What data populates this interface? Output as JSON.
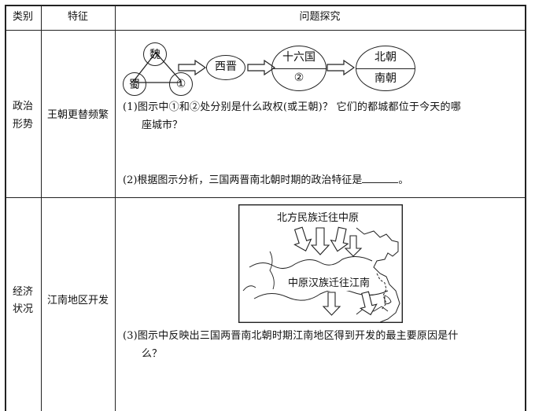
{
  "header": {
    "col1": "类别",
    "col2": "特征",
    "col3": "问题探究"
  },
  "row1": {
    "category": [
      "政治",
      "形势"
    ],
    "feature": "王朝更替频繁",
    "diagram": {
      "wei": "魏",
      "shu": "蜀",
      "wu": "①",
      "xijin": "西晋",
      "shiliuguo": "十六国",
      "circle2": "②",
      "beichao": "北朝",
      "nanchao": "南朝"
    },
    "q1_line1": "(1)图示中①和②处分别是什么政权(或王朝)？ 它们的都城都位于今天的哪",
    "q1_line2": "座城市？",
    "q2_text": "(2)根据图示分析，三国两晋南北朝时期的政治特征是",
    "q2_end": "。"
  },
  "row2": {
    "category": [
      "经济",
      "状况"
    ],
    "feature": "江南地区开发",
    "map": {
      "north_label": "北方民族迁往中原",
      "south_label": "中原汉族迁往江南"
    },
    "q3_line1": "(3)图示中反映出三国两晋南北朝时期江南地区得到开发的最主要原因是什",
    "q3_line2": "么？"
  }
}
